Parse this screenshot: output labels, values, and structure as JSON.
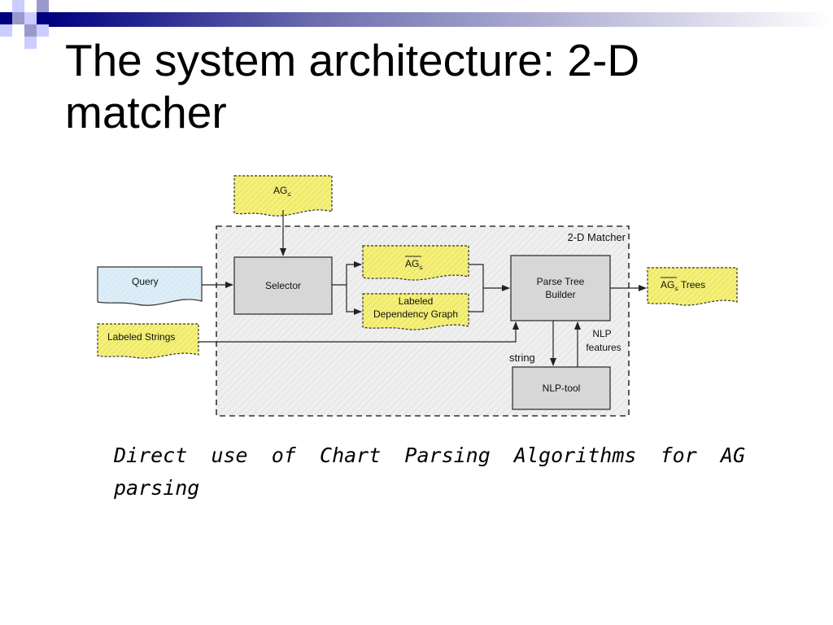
{
  "slide": {
    "title": "The system architecture: 2-D matcher",
    "caption": "Direct use of Chart Parsing Algorithms for AG parsing"
  },
  "diagram": {
    "container_label": "2-D Matcher",
    "nodes": {
      "ag_input": {
        "label": "AG",
        "subscript": "≤"
      },
      "query": {
        "label": "Query"
      },
      "labeled_strings": {
        "label": "Labeled Strings"
      },
      "selector": {
        "label": "Selector"
      },
      "ag_restricted": {
        "label": "AG",
        "subscript": "≤"
      },
      "dependency_graph": {
        "line1": "Labeled",
        "line2": "Dependency Graph"
      },
      "parse_tree_builder": {
        "line1": "Parse Tree",
        "line2": "Builder"
      },
      "nlp_tool": {
        "label": "NLP-tool"
      },
      "output_trees": {
        "label": "AG",
        "subscript": "≤",
        "suffix": " Trees"
      }
    },
    "edge_labels": {
      "string": "string",
      "nlp_features_line1": "NLP",
      "nlp_features_line2": "features"
    }
  },
  "colors": {
    "doc_yellow": "#f5f07a",
    "doc_blue": "#ddeef8",
    "process_gray": "#d7d7d7",
    "container_bg": "#efefef",
    "deco_navy": "#000080",
    "deco_lavender": "#9999cc"
  }
}
